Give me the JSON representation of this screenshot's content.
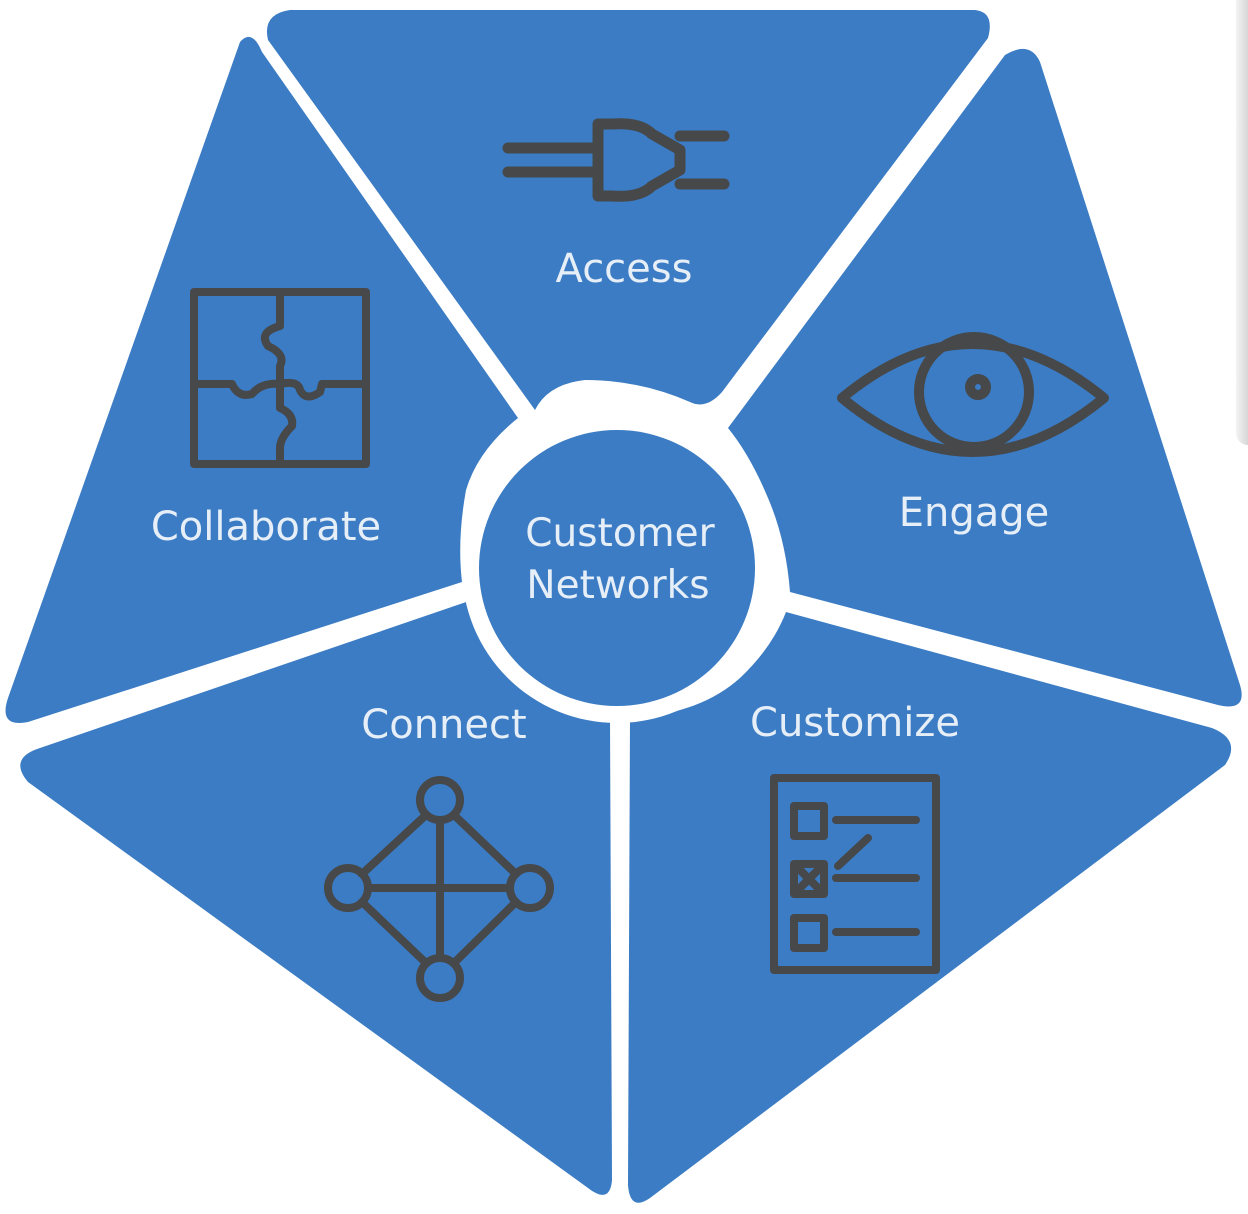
{
  "colors": {
    "segment_fill": "#3b7cc4",
    "gap": "#ffffff",
    "icon_stroke": "#46484a",
    "label_text": "#e6eef8"
  },
  "center": {
    "line1": "Customer",
    "line2": "Networks"
  },
  "segments": [
    {
      "key": "access",
      "label": "Access",
      "icon": "plug-icon"
    },
    {
      "key": "engage",
      "label": "Engage",
      "icon": "eye-icon"
    },
    {
      "key": "customize",
      "label": "Customize",
      "icon": "checklist-icon"
    },
    {
      "key": "connect",
      "label": "Connect",
      "icon": "network-icon"
    },
    {
      "key": "collaborate",
      "label": "Collaborate",
      "icon": "puzzle-icon"
    }
  ]
}
